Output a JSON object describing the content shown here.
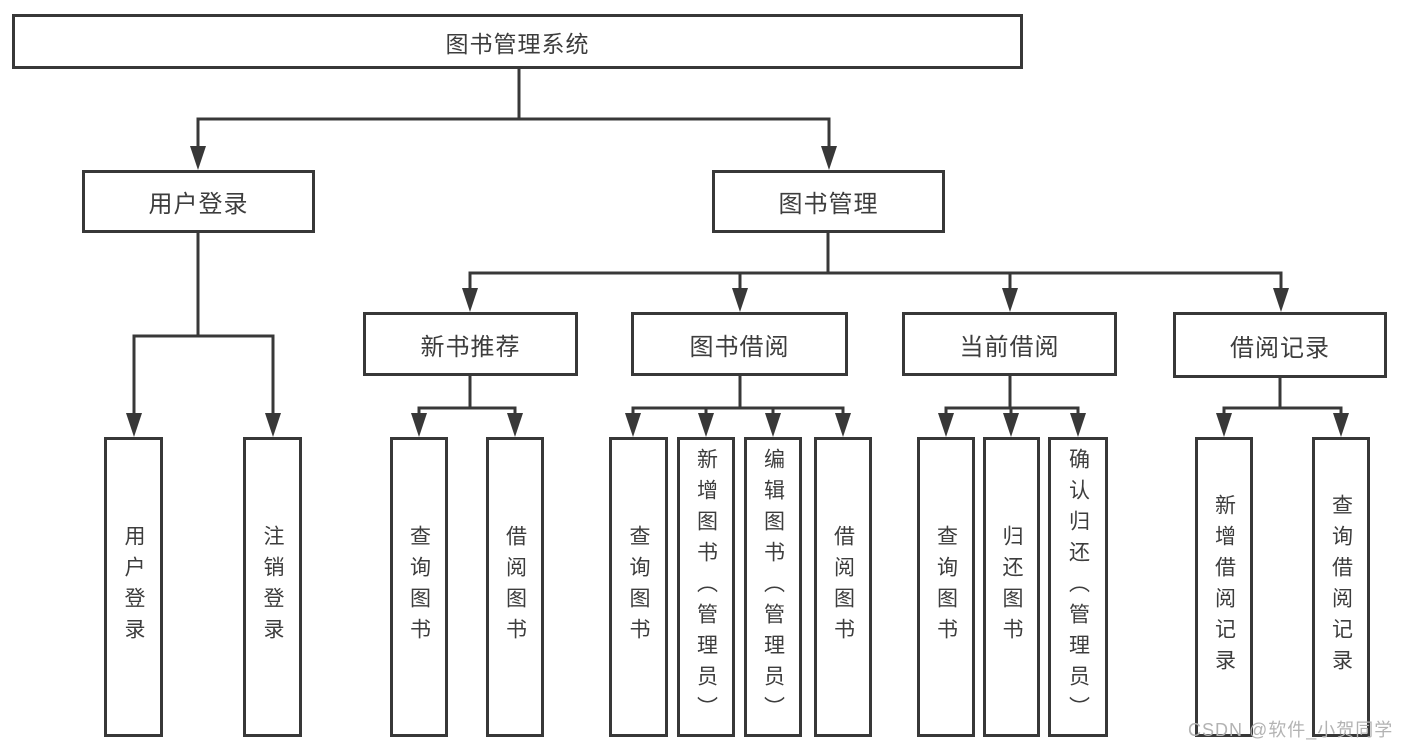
{
  "diagram": {
    "title": "图书管理系统",
    "tree": {
      "label": "图书管理系统",
      "children": [
        {
          "label": "用户登录",
          "children": [
            {
              "label": "用户登录"
            },
            {
              "label": "注销登录"
            }
          ]
        },
        {
          "label": "图书管理",
          "children": [
            {
              "label": "新书推荐",
              "children": [
                {
                  "label": "查询图书"
                },
                {
                  "label": "借阅图书"
                }
              ]
            },
            {
              "label": "图书借阅",
              "children": [
                {
                  "label": "查询图书"
                },
                {
                  "label": "新增图书（管理员）"
                },
                {
                  "label": "编辑图书（管理员）"
                },
                {
                  "label": "借阅图书"
                }
              ]
            },
            {
              "label": "当前借阅",
              "children": [
                {
                  "label": "查询图书"
                },
                {
                  "label": "归还图书"
                },
                {
                  "label": "确认归还（管理员）"
                }
              ]
            },
            {
              "label": "借阅记录",
              "children": [
                {
                  "label": "新增借阅记录"
                },
                {
                  "label": "查询借阅记录"
                }
              ]
            }
          ]
        }
      ]
    },
    "colors": {
      "line": "#383838",
      "box_border": "#383838",
      "text": "#3d3d3d",
      "background": "#ffffff",
      "watermark": "#b3b3b3"
    }
  },
  "watermark": {
    "text": "CSDN @软件_小贺同学"
  }
}
